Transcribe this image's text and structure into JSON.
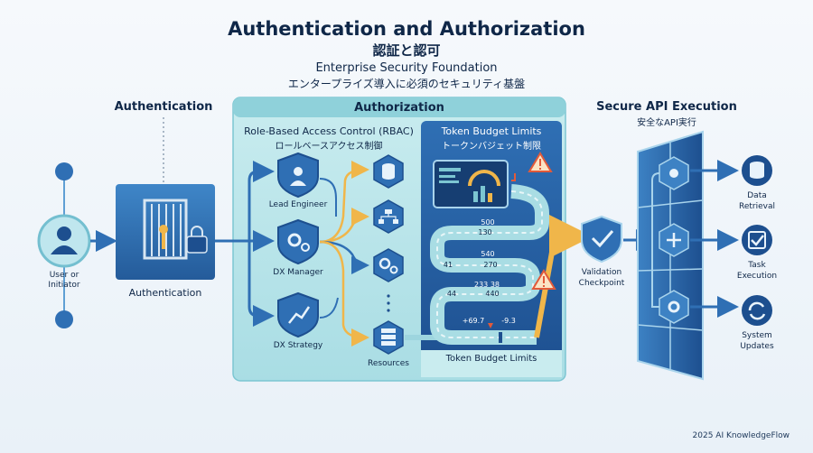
{
  "header": {
    "title": "Authentication and Authorization",
    "title_jp": "認証と認可",
    "tagline": "Enterprise Security Foundation",
    "tagline_jp": "エンタープライズ導入に必須のセキュリティ基盤"
  },
  "authentication": {
    "heading": "Authentication",
    "user_label": "User or Initiator",
    "gate_label": "Authentication"
  },
  "authorization": {
    "heading": "Authorization",
    "rbac": {
      "title": "Role-Based Access Control (RBAC)",
      "title_jp": "ロールベースアクセス制御",
      "roles": [
        "Lead Engineer",
        "DX Manager",
        "DX Strategy"
      ],
      "resources_label": "Resources"
    },
    "budget": {
      "title": "Token Budget Limits",
      "title_jp": "トークンバジェット制限",
      "footer_label": "Token Budget Limits",
      "values": [
        "500",
        "130",
        "540",
        "41",
        "270",
        "233 38",
        "44",
        "440",
        "+69.7",
        "-9.3"
      ]
    }
  },
  "execution": {
    "heading": "Secure API Execution",
    "heading_jp": "安全なAPI実行",
    "checkpoint_label": "Validation Checkpoint",
    "outputs": [
      "Data Retrieval",
      "Task Execution",
      "System Updates"
    ]
  },
  "footer": {
    "credit": "2025 AI KnowledgeFlow"
  },
  "colors": {
    "navy": "#0f2748",
    "blue": "#2f6fb4",
    "teal": "#63b9c8",
    "amber": "#f0b64a",
    "red": "#e25a3a"
  }
}
